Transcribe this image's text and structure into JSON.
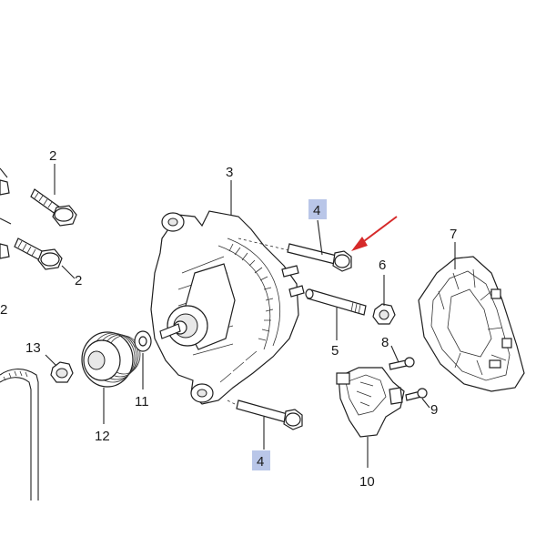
{
  "callouts": {
    "c2a": "2",
    "c2b": "2",
    "c3": "3",
    "c4a": "4",
    "c4b": "4",
    "c5": "5",
    "c6": "6",
    "c7": "7",
    "c8": "8",
    "c9": "9",
    "c10": "10",
    "c11": "11",
    "c12": "12",
    "c13": "13"
  },
  "colors": {
    "highlight": "#b9c6e8",
    "arrow": "#d62a2a",
    "line": "#1e1e1e"
  },
  "icons": {
    "pointer": "red-arrow-icon"
  }
}
